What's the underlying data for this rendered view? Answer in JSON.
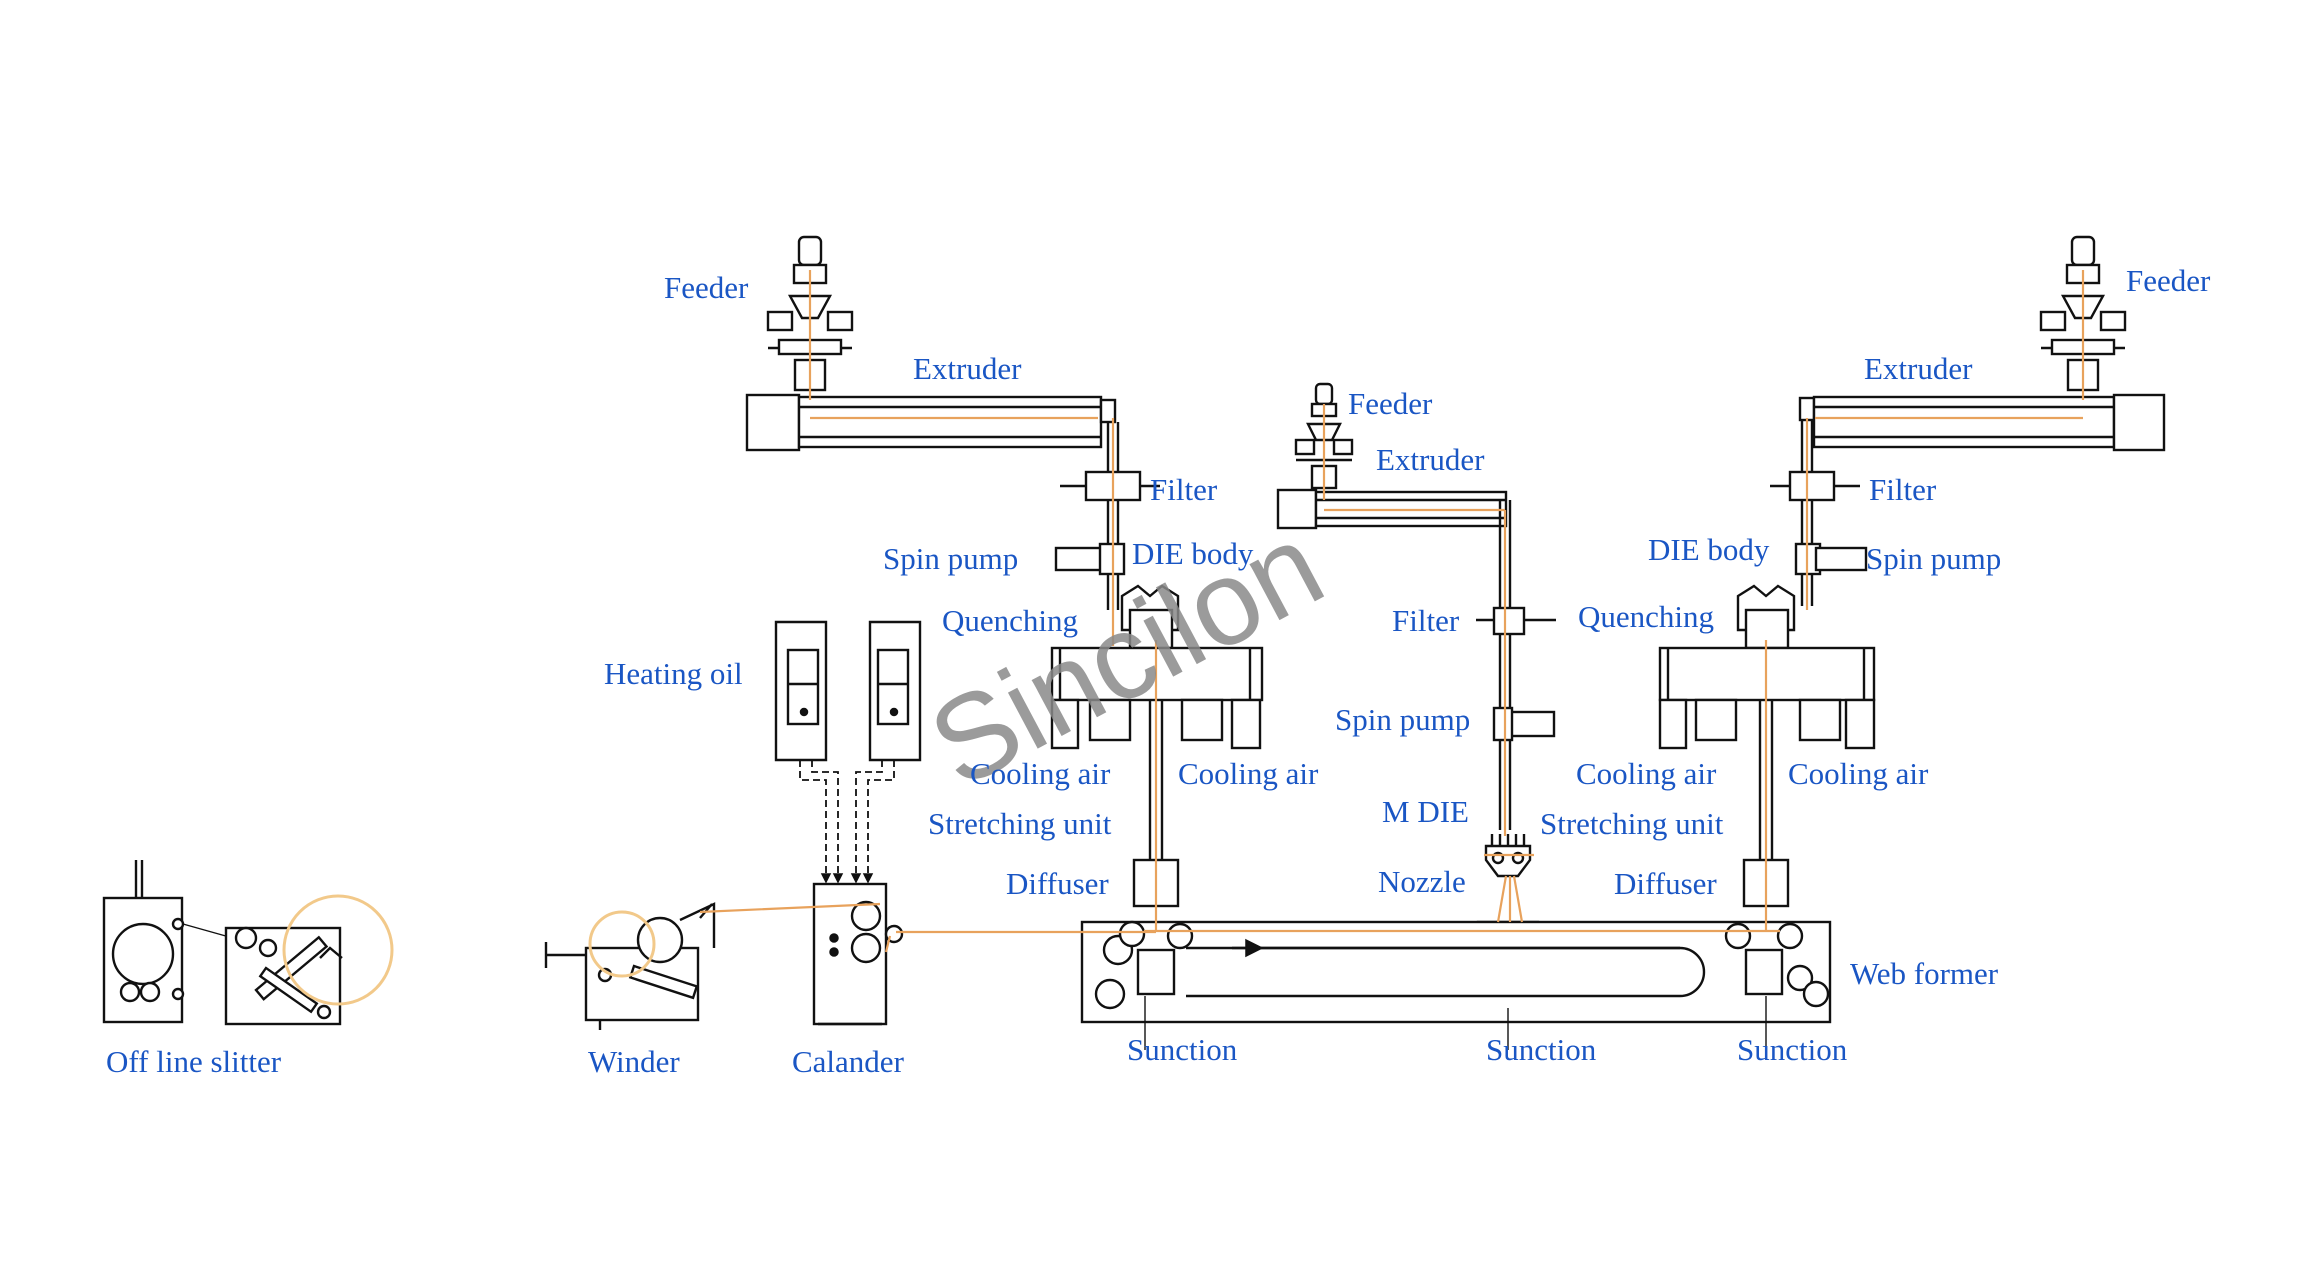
{
  "colors": {
    "label": "#1a56c4",
    "line": "#111111",
    "fiber": "#e8a25c",
    "highlight_circle": "#f2c98a",
    "watermark": "#8a8a8a"
  },
  "labels": {
    "feeder_left": "Feeder",
    "extruder_left": "Extruder",
    "filter_left": "Filter",
    "spin_pump_left": "Spin pump",
    "die_body_left": "DIE body",
    "quenching_left": "Quenching",
    "heating_oil": "Heating oil",
    "cooling_air_1": "Cooling air",
    "cooling_air_2": "Cooling air",
    "stretching_unit_left": "Stretching unit",
    "diffuser_left": "Diffuser",
    "feeder_mid": "Feeder",
    "extruder_mid": "Extruder",
    "filter_mid": "Filter",
    "spin_pump_mid": "Spin pump",
    "m_die": "M DIE",
    "nozzle": "Nozzle",
    "feeder_right": "Feeder",
    "extruder_right": "Extruder",
    "filter_right": "Filter",
    "die_body_right": "DIE body",
    "spin_pump_right": "Spin pump",
    "quenching_right": "Quenching",
    "cooling_air_3": "Cooling air",
    "cooling_air_4": "Cooling air",
    "stretching_unit_right": "Stretching unit",
    "diffuser_right": "Diffuser",
    "web_former": "Web former",
    "suction_1": "Sunction",
    "suction_2": "Sunction",
    "suction_3": "Sunction",
    "off_line_slitter": "Off line slitter",
    "winder": "Winder",
    "calander": "Calander"
  },
  "watermark": "Sincilon"
}
